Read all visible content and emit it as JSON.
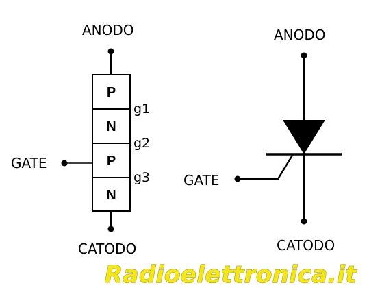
{
  "left_symbol": {
    "anode_label": "ANODO",
    "cathode_label": "CATODO",
    "gate_label": "GATE",
    "layers": [
      "P",
      "N",
      "P",
      "N"
    ],
    "junctions": [
      "g1",
      "g2",
      "g3"
    ]
  },
  "right_symbol": {
    "anode_label": "ANODO",
    "cathode_label": "CATODO",
    "gate_label": "GATE"
  },
  "watermark": "Radioelettronica.it"
}
